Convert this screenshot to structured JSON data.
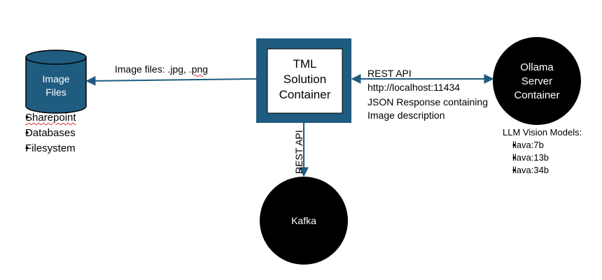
{
  "nodes": {
    "image_files": {
      "line1": "Image",
      "line2": "Files"
    },
    "tml": {
      "line1": "TML",
      "line2": "Solution",
      "line3": "Container"
    },
    "ollama": {
      "line1": "Ollama",
      "line2": "Server",
      "line3": "Container"
    },
    "kafka": {
      "label": "Kafka"
    }
  },
  "edges": {
    "tml_to_image_files": {
      "label_prefix": "Image files: .jpg, .",
      "label_ext": "png"
    },
    "tml_ollama": {
      "request": "REST API",
      "endpoint": "http://localhost:11434",
      "response_line1": "JSON Response containing",
      "response_line2": "Image description"
    },
    "tml_kafka": {
      "label": "REST API"
    }
  },
  "sources_list": [
    "Sharepoint",
    "Databases",
    "Filesystem"
  ],
  "models": {
    "title": "LLM Vision Models:",
    "items": [
      "llava:7b",
      "llava:13b",
      "llava:34b"
    ]
  },
  "colors": {
    "accent": "#1f5c80",
    "node_dark": "#000000",
    "text": "#000000",
    "white": "#ffffff",
    "squiggle": "#d0302a"
  },
  "icons": {
    "cylinder": "database-cylinder-icon",
    "arrowheads": "arrowhead-icon"
  }
}
